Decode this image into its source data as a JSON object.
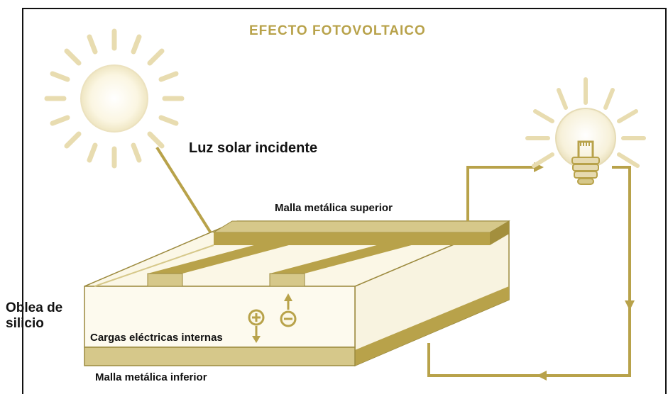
{
  "diagram": {
    "title": "EFECTO FOTOVOLTAICO",
    "labels": {
      "incident_light": "Luz solar incidente",
      "top_grid": "Malla metálica superior",
      "wafer_line1": "Oblea de",
      "wafer_line2": "silicio",
      "internal_charges": "Cargas eléctricas internas",
      "bottom_grid": "Malla metálica inferior"
    },
    "colors": {
      "gold": "#b8a24a",
      "gold_light": "#d6c88a",
      "cream": "#fbf7e6",
      "ray": "#e8dcb0",
      "text": "#111111"
    },
    "icons": [
      "sun-icon",
      "light-bulb-icon",
      "positive-charge-icon",
      "negative-charge-icon"
    ]
  }
}
